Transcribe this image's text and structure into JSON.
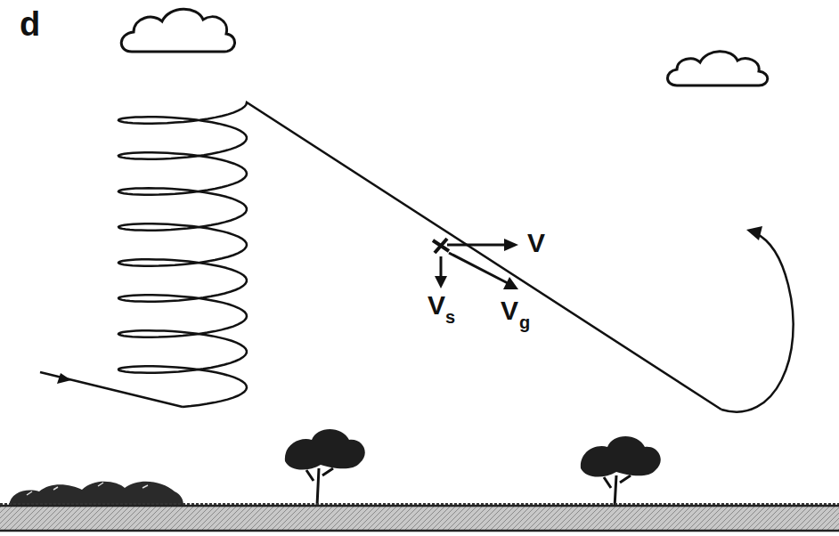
{
  "diagram": {
    "labels": [
      "d",
      "V",
      "V",
      "s",
      "V",
      "g"
    ]
  }
}
